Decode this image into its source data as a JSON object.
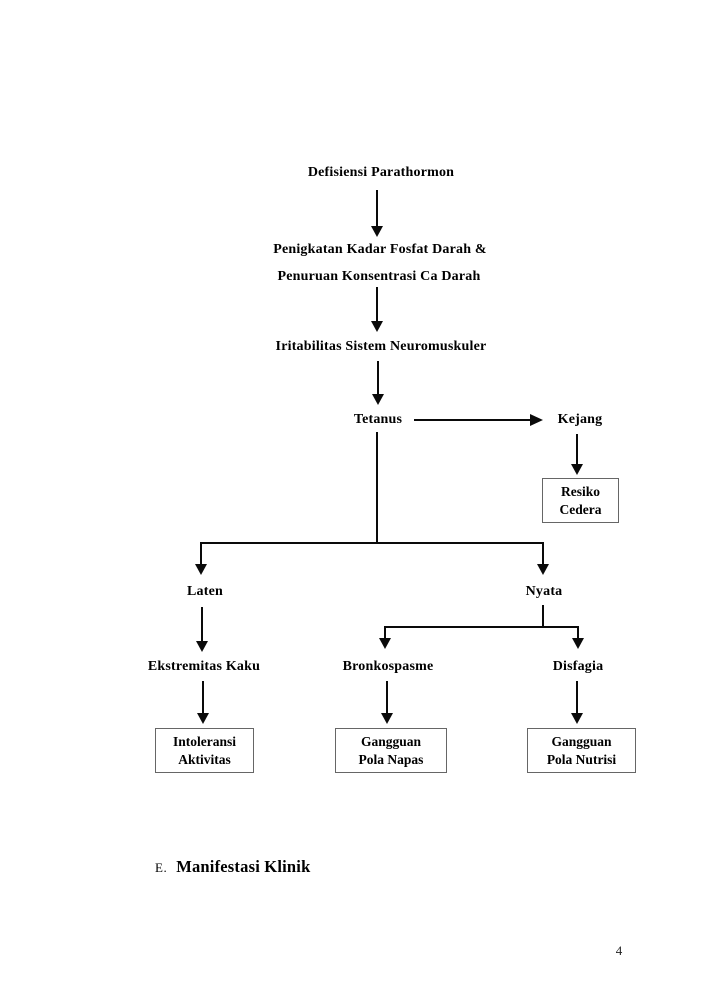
{
  "page": {
    "number": "4"
  },
  "section_heading": {
    "index": "E.",
    "title": "Manifestasi Klinik"
  },
  "flowchart": {
    "nodes": {
      "defisiensi": "Defisiensi Parathormon",
      "penigkatan_line1": "Penigkatan Kadar Fosfat Darah &",
      "penigkatan_line2": "Penuruan Konsentrasi Ca Darah",
      "iritabilitas": "Iritabilitas Sistem Neuromuskuler",
      "tetanus": "Tetanus",
      "kejang": "Kejang",
      "laten": "Laten",
      "nyata": "Nyata",
      "ekstremitas_kaku": "Ekstremitas Kaku",
      "bronkospasme": "Bronkospasme",
      "disfagia": "Disfagia"
    },
    "boxes": {
      "resiko_cedera": {
        "line1": "Resiko",
        "line2": "Cedera"
      },
      "intoleransi": {
        "line1": "Intoleransi",
        "line2": "Aktivitas"
      },
      "pola_napas": {
        "line1": "Gangguan",
        "line2": "Pola Napas"
      },
      "pola_nutrisi": {
        "line1": "Gangguan",
        "line2": "Pola Nutrisi"
      }
    }
  },
  "colors": {
    "background": "#ffffff",
    "text": "#000000",
    "connector": "#0a0a0a",
    "box_border": "#666666"
  }
}
